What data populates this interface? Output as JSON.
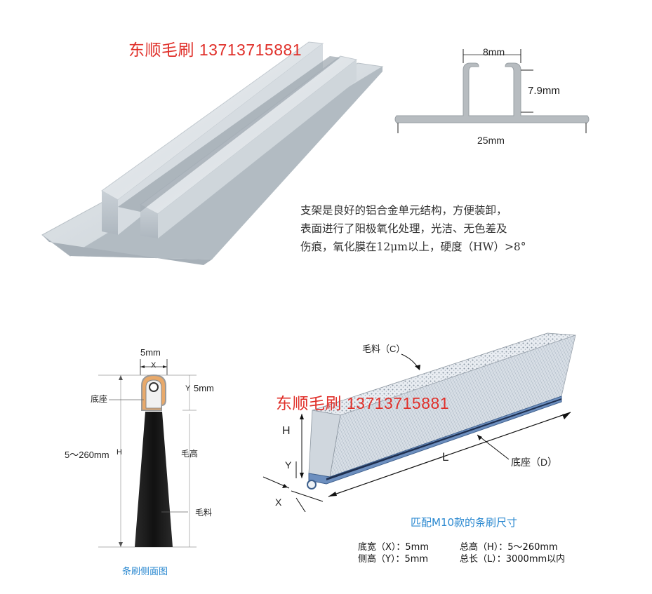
{
  "watermark_top": "东顺毛刷 13713715881",
  "watermark_bottom": "东顺毛刷 13713715881",
  "profile_dims": {
    "gap": "8mm",
    "height": "7.9mm",
    "width": "25mm"
  },
  "description_lines": [
    "支架是良好的铝合金单元结构，方便装卸，",
    "表面进行了阳极氧化处理，光洁、无色差及",
    "伤痕，氧化膜在12μm以上，硬度（HW）>8°"
  ],
  "side_view": {
    "top_dim": "5mm",
    "top_x": "X",
    "y_label": "Y",
    "y_value": "5mm",
    "base_label": "底座",
    "h_value": "5～260mm",
    "h_label": "H",
    "bristle_height_label": "毛高",
    "bristle_label": "毛料",
    "caption": "条刷侧面图"
  },
  "iso_view": {
    "material_label": "毛料（C）",
    "h_label": "H",
    "y_label": "Y",
    "x_label": "X",
    "l_label": "L",
    "base_label": "底座（D）",
    "caption": "匹配M10款的条刷尺寸"
  },
  "specs": [
    {
      "left": "底宽（X）：5mm",
      "right": "总高（H）：5～260mm"
    },
    {
      "left": "侧高（Y）：5mm",
      "right": "总长（L）：3000mm以内"
    }
  ],
  "colors": {
    "watermark": "#e0302a",
    "caption": "#2a88d0",
    "aluminum": "#cfd6dc"
  }
}
